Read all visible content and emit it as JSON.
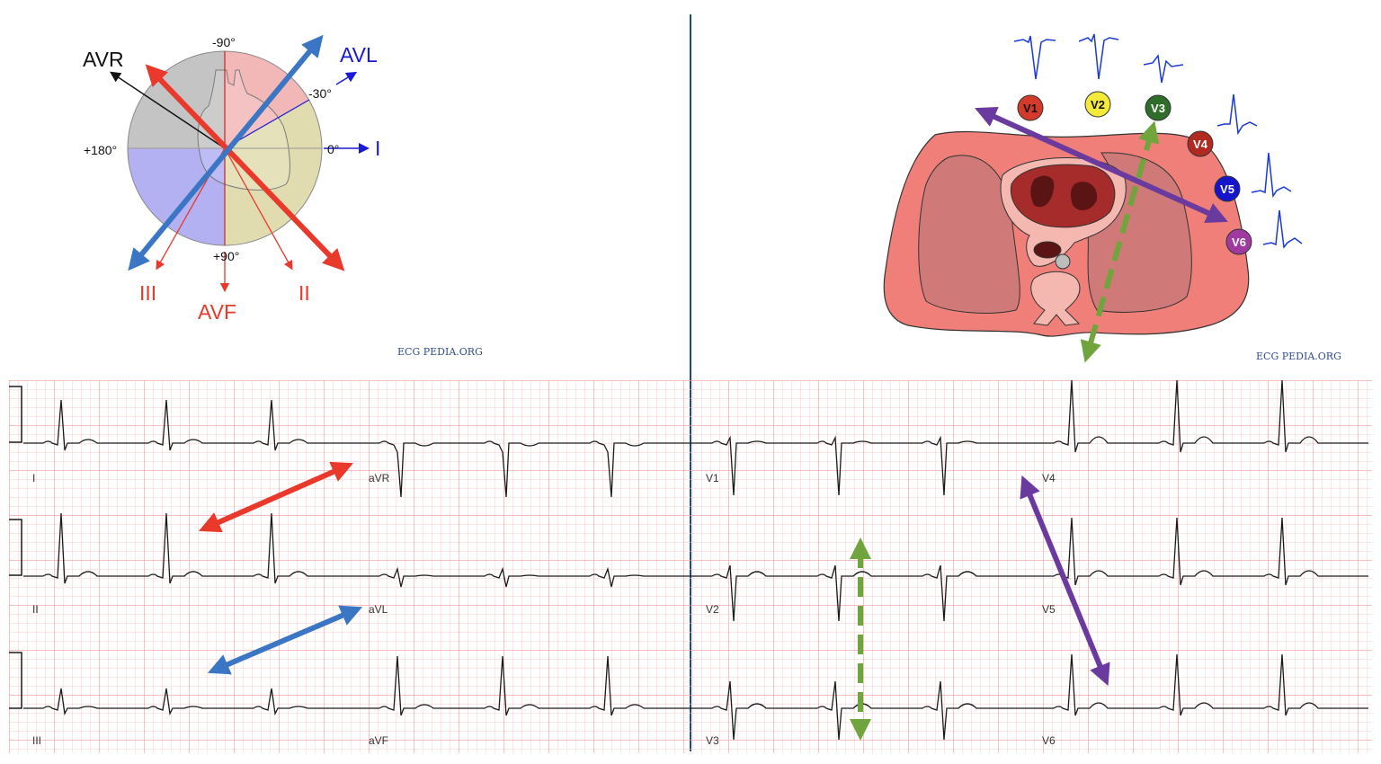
{
  "hexaxial": {
    "degree_labels": {
      "top": "-90°",
      "minus30": "-30°",
      "zero": "0°",
      "left": "+180°",
      "bottom": "+90°"
    },
    "lead_labels": {
      "avr": "AVR",
      "avl": "AVL",
      "i": "I",
      "iii": "III",
      "avf": "AVF",
      "ii": "II"
    },
    "colors": {
      "limb": "#e8392b",
      "aug_blue": "#3a76c4",
      "thin_blue": "#1a1ad6",
      "quad_grey": "#c4c4c4",
      "quad_pink": "#f2b8b8",
      "quad_tan": "#e0dcb0",
      "quad_lilac": "#b3b1f2"
    }
  },
  "precordial": {
    "electrodes": [
      {
        "label": "V1",
        "color": "#d43a2a"
      },
      {
        "label": "V2",
        "color": "#f3ea3c"
      },
      {
        "label": "V3",
        "color": "#2f6e2a"
      },
      {
        "label": "V4",
        "color": "#b02a22"
      },
      {
        "label": "V5",
        "color": "#1515cc"
      },
      {
        "label": "V6",
        "color": "#a03aa0"
      }
    ],
    "colors": {
      "torso": "#f07f7a",
      "lung": "#cf7a78",
      "heart": "#a62b2b",
      "arrow_purple": "#6b3a9e",
      "arrow_green": "#6fa53c"
    }
  },
  "watermarks": {
    "left": "ECG PEDIA.ORG",
    "right": "ECG PEDIA.ORG"
  },
  "ecg": {
    "leads": [
      "I",
      "aVR",
      "V1",
      "V4",
      "II",
      "aVL",
      "V2",
      "V5",
      "III",
      "aVF",
      "V3",
      "V6"
    ],
    "colors": {
      "grid_minor": "#f7cfcf",
      "grid_major": "#ef9c9c",
      "trace": "#1a1a1a",
      "divider": "#1e4a7a"
    }
  }
}
